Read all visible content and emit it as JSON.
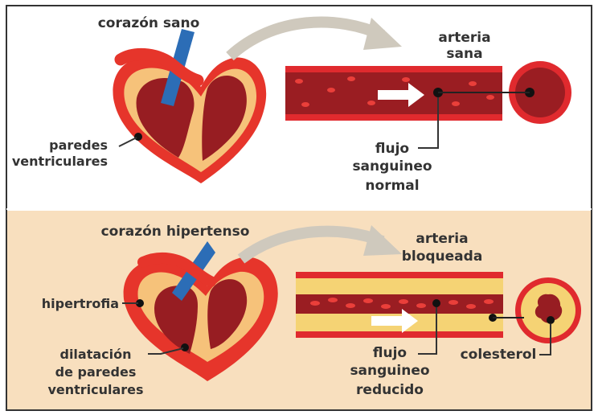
{
  "colors": {
    "frame": "#333333",
    "panel_top": "#ffffff",
    "panel_bottom": "#f8dfbe",
    "heart_outer": "#e6352b",
    "heart_inner_bg": "#f6c27a",
    "heart_chamber": "#971d22",
    "vein_blue": "#2c6db6",
    "artery_red": "#e02a2e",
    "blood_dark": "#9a1d22",
    "cell_red": "#ea3f3a",
    "plaque_yellow": "#f5d374",
    "arrow_gray": "#cfc9bd",
    "text": "#333333"
  },
  "top_panel": {
    "heart_label": "corazón sano",
    "artery_label_line1": "arteria",
    "artery_label_line2": "sana",
    "walls_label_line1": "paredes",
    "walls_label_line2": "ventriculares",
    "flow_label_line1": "flujo",
    "flow_label_line2": "sanguineo",
    "flow_label_line3": "normal"
  },
  "bottom_panel": {
    "heart_label": "corazón hipertenso",
    "artery_label_line1": "arteria",
    "artery_label_line2": "bloqueada",
    "hypertrophy_label": "hipertrofia",
    "dilation_label_line1": "dilatación",
    "dilation_label_line2": "de paredes",
    "dilation_label_line3": "ventriculares",
    "flow_label_line1": "flujo",
    "flow_label_line2": "sanguineo",
    "flow_label_line3": "reducido",
    "cholesterol_label": "colesterol"
  }
}
